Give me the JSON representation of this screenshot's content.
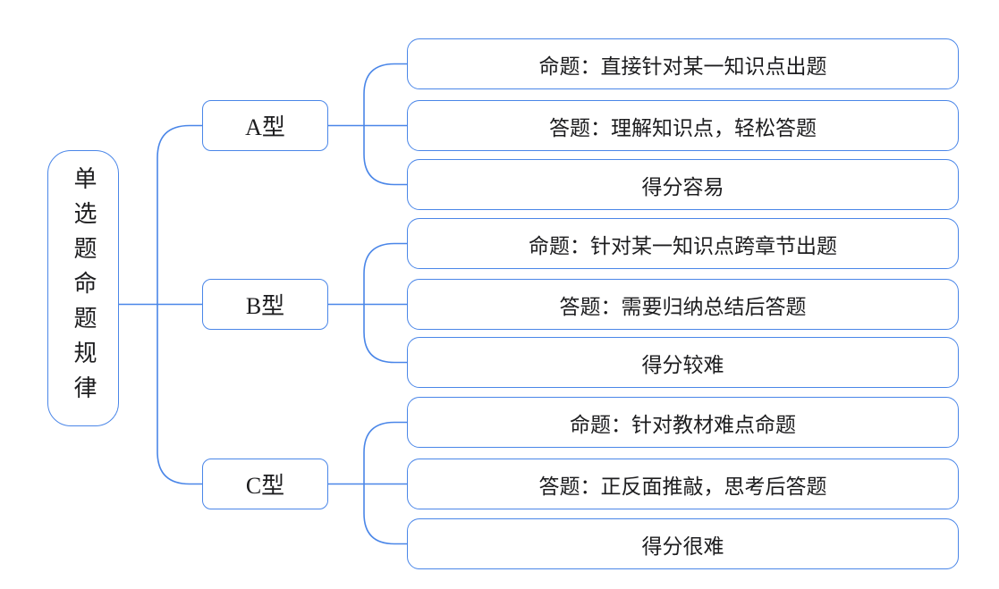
{
  "colors": {
    "accent": "#4a86e8",
    "text": "#1d1d1f",
    "background": "#ffffff"
  },
  "root": {
    "label": "单选题命题规律"
  },
  "branches": [
    {
      "label": "A型",
      "children": [
        "命题：直接针对某一知识点出题",
        "答题：理解知识点，轻松答题",
        "得分容易"
      ]
    },
    {
      "label": "B型",
      "children": [
        "命题：针对某一知识点跨章节出题",
        "答题：需要归纳总结后答题",
        "得分较难"
      ]
    },
    {
      "label": "C型",
      "children": [
        "命题：针对教材难点命题",
        "答题：正反面推敲，思考后答题",
        "得分很难"
      ]
    }
  ]
}
